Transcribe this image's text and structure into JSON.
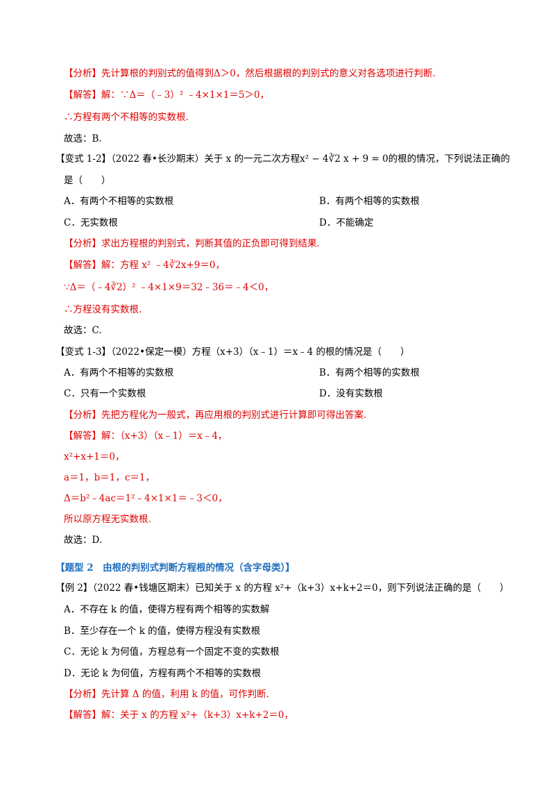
{
  "blockA": {
    "analysis_label": "【分析】",
    "analysis_text": "先计算根的判别式的值得到Δ＞0，然后根据根的判别式的意义对各选项进行判断.",
    "answer_label": "【解答】",
    "answer_line1": "解：∵Δ＝（﹣3）² ﹣4×1×1＝5＞0，",
    "answer_line2": "∴方程有两个不相等的实数根.",
    "choose": "故选：B."
  },
  "v12": {
    "label": "【变式 1-2】",
    "stem": "（2022 春•长沙期末）关于 x 的一元二次方程x² − 4∛2 x + 9 = 0的根的情况，下列说法正确的",
    "stem2": "是（　　）",
    "optA": "A．有两个不相等的实数根",
    "optB": "B．有两个相等的实数根",
    "optC": "C．无实数根",
    "optD": "D．不能确定",
    "analysis_label": "【分析】",
    "analysis_text": "求出方程根的判别式，判断其值的正负即可得到结果.",
    "answer_label": "【解答】",
    "answer_line1": "解：方程 x² ﹣4∛2x+9＝0，",
    "answer_line2": "∵Δ＝（﹣4∛2）² ﹣4×1×9＝32﹣36＝﹣4＜0，",
    "answer_line3": "∴方程没有实数根.",
    "choose": "故选：C."
  },
  "v13": {
    "label": "【变式 1-3】",
    "stem": "（2022•保定一模）方程（x+3）（x﹣1）＝x﹣4 的根的情况是（　　）",
    "optA": "A．有两个不相等的实数根",
    "optB": "B．有两个相等的实数根",
    "optC": "C．只有一个实数根",
    "optD": "D．没有实数根",
    "analysis_label": "【分析】",
    "analysis_text": "先把方程化为一般式，再应用根的判别式进行计算即可得出答案.",
    "answer_label": "【解答】",
    "answer_line1": "解：（x+3）（x﹣1）＝x﹣4，",
    "answer_line2": "x²+x+1＝0，",
    "answer_line3": "a＝1，b＝1，c＝1，",
    "answer_line4": "Δ＝b²﹣4ac＝1²﹣4×1×1＝﹣3＜0，",
    "answer_line5": "所以原方程无实数根.",
    "choose": "故选：D."
  },
  "type2": {
    "heading": "【题型 2　由根的判别式判断方程根的情况（含字母类）】"
  },
  "ex2": {
    "label": "【例 2】",
    "stem": "（2022 春•钱塘区期末）已知关于 x 的方程 x²+（k+3）x+k+2＝0，则下列说法正确的是（　　）",
    "optA": "A．不存在 k 的值，使得方程有两个相等的实数解",
    "optB": "B．至少存在一个 k 的值，使得方程没有实数根",
    "optC": "C．无论 k 为何值，方程总有一个固定不变的实数根",
    "optD": "D．无论 k 为何值，方程有两个不相等的实数根",
    "analysis_label": "【分析】",
    "analysis_text": "先计算 Δ 的值，利用 k 的值，可作判断.",
    "answer_label": "【解答】",
    "answer_line1": "解：关于 x 的方程 x²+（k+3）x+k+2＝0，"
  }
}
